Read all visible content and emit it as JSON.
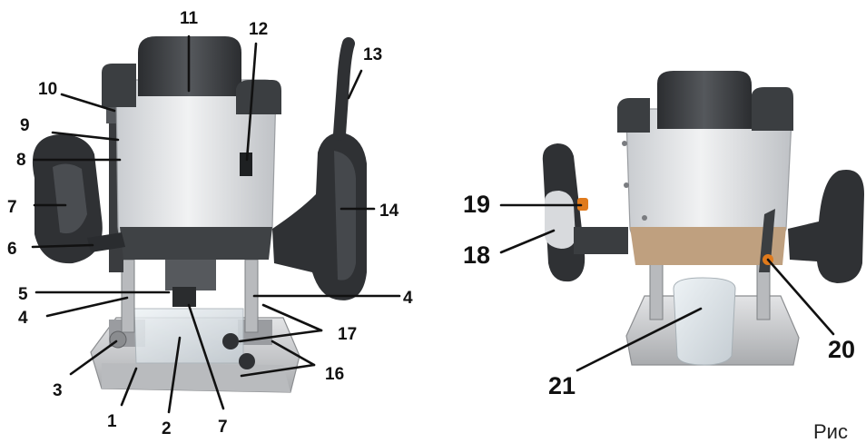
{
  "figure_caption": "Рис",
  "left_view": {
    "callouts": [
      "1",
      "2",
      "3",
      "4",
      "4",
      "5",
      "6",
      "7",
      "8",
      "9",
      "10",
      "11",
      "12",
      "13",
      "14",
      "15",
      "16",
      "17"
    ]
  },
  "right_view": {
    "callouts": [
      "18",
      "19",
      "20",
      "21"
    ]
  },
  "colors": {
    "housing_grey": "#d9dcdf",
    "cap_dark": "#3a3d40",
    "handle_dark": "#2f3134",
    "base_silver": "#c8c9cb",
    "accent_orange": "#e07a1c"
  }
}
